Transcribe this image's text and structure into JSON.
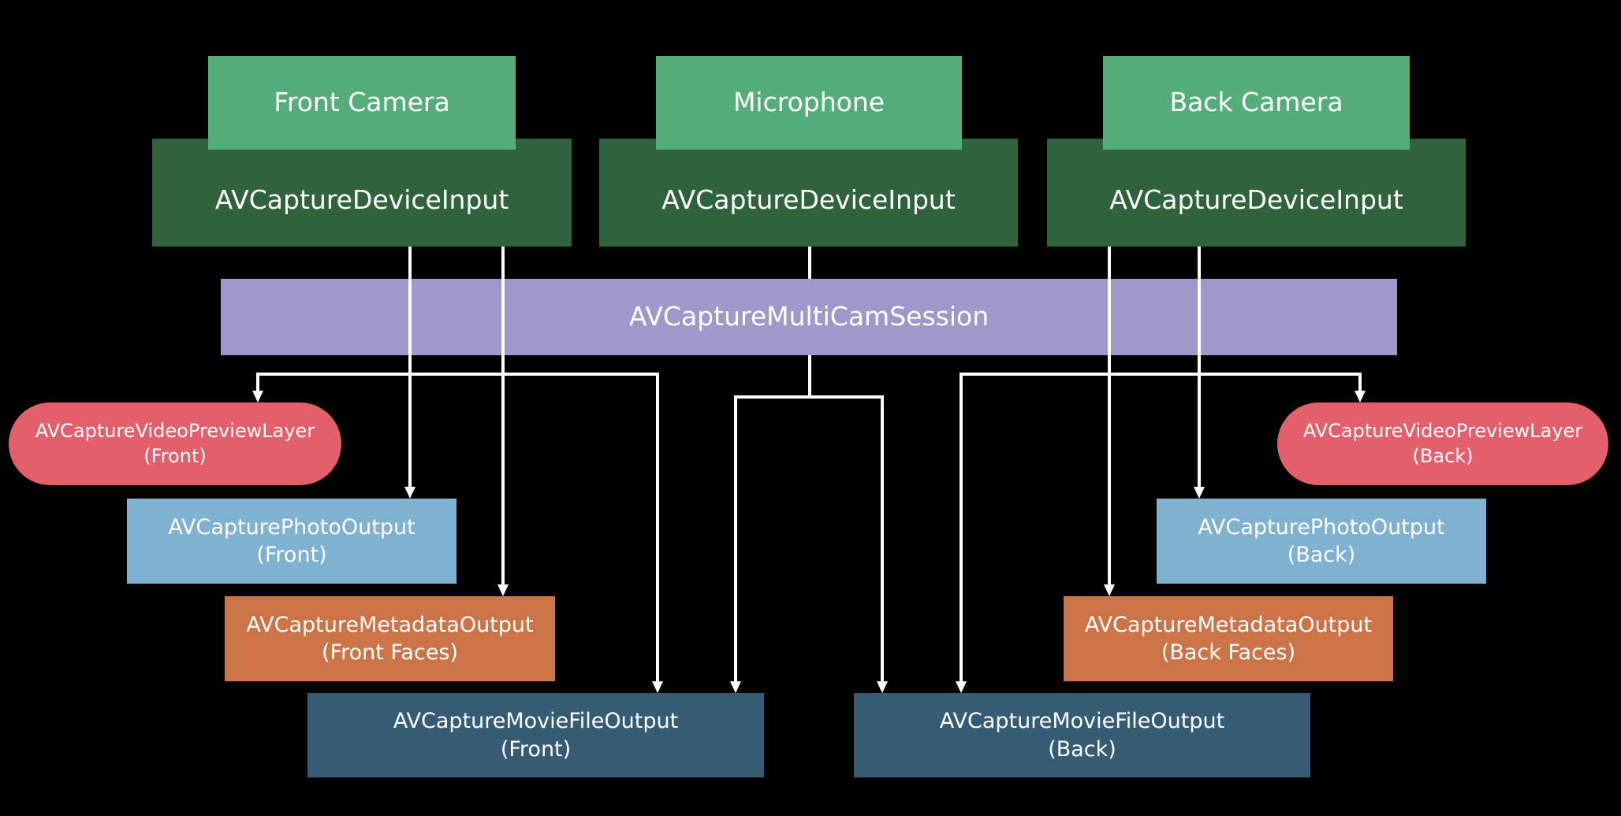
{
  "sources": {
    "front_camera": "Front Camera",
    "microphone": "Microphone",
    "back_camera": "Back Camera"
  },
  "inputs": {
    "front": "AVCaptureDeviceInput",
    "mic": "AVCaptureDeviceInput",
    "back": "AVCaptureDeviceInput"
  },
  "session": "AVCaptureMultiCamSession",
  "outputs": {
    "preview_front": {
      "name": "AVCaptureVideoPreviewLayer",
      "qualifier": "(Front)"
    },
    "preview_back": {
      "name": "AVCaptureVideoPreviewLayer",
      "qualifier": "(Back)"
    },
    "photo_front": {
      "name": "AVCapturePhotoOutput",
      "qualifier": "(Front)"
    },
    "photo_back": {
      "name": "AVCapturePhotoOutput",
      "qualifier": "(Back)"
    },
    "metadata_front": {
      "name": "AVCaptureMetadataOutput",
      "qualifier": "(Front Faces)"
    },
    "metadata_back": {
      "name": "AVCaptureMetadataOutput",
      "qualifier": "(Back Faces)"
    },
    "movie_front": {
      "name": "AVCaptureMovieFileOutput",
      "qualifier": "(Front)"
    },
    "movie_back": {
      "name": "AVCaptureMovieFileOutput",
      "qualifier": "(Back)"
    }
  },
  "colors": {
    "source": "#55ad7a",
    "device_input": "#30633c",
    "session": "#a097cb",
    "preview_layer": "#e35f6b",
    "photo_output": "#7fb1d1",
    "metadata_output": "#cc7447",
    "movie_output": "#365c74",
    "connector": "#ffffff",
    "background": "#000000"
  },
  "connections": [
    {
      "from": "front-device-input",
      "to": "photo-output-front"
    },
    {
      "from": "front-device-input",
      "to": "metadata-output-front"
    },
    {
      "from": "session",
      "to": "preview-layer-front"
    },
    {
      "from": "session",
      "to": "movie-output-front"
    },
    {
      "from": "mic-device-input",
      "to": "movie-output-front"
    },
    {
      "from": "mic-device-input",
      "to": "movie-output-back"
    },
    {
      "from": "back-device-input",
      "to": "metadata-output-back"
    },
    {
      "from": "back-device-input",
      "to": "photo-output-back"
    },
    {
      "from": "session",
      "to": "movie-output-back"
    },
    {
      "from": "session",
      "to": "preview-layer-back"
    }
  ]
}
